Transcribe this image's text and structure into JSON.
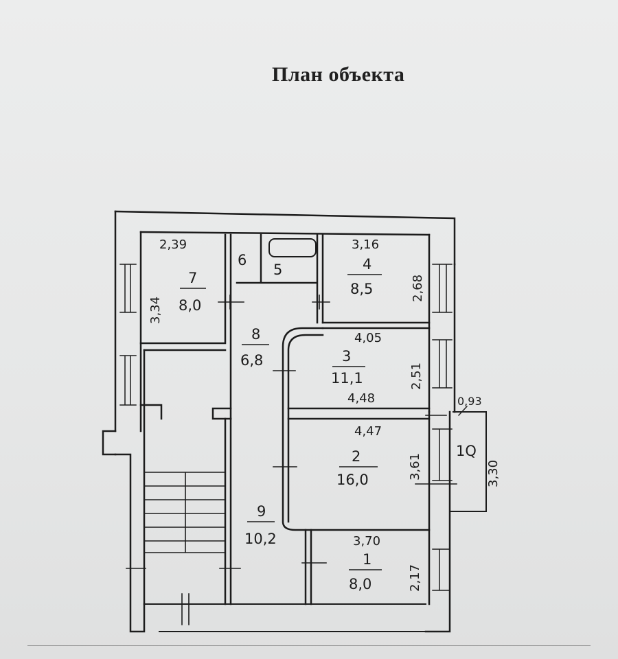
{
  "title": "План объекта",
  "rooms": [
    {
      "number": "7",
      "area": "8,0",
      "dims": [
        "2,39",
        "3,34"
      ]
    },
    {
      "number": "6",
      "area": ""
    },
    {
      "number": "5",
      "area": ""
    },
    {
      "number": "4",
      "area": "8,5",
      "dims": [
        "3,16",
        "2,68"
      ]
    },
    {
      "number": "8",
      "area": "6,8"
    },
    {
      "number": "3",
      "area": "11,1",
      "dims": [
        "4,05",
        "2,51",
        "4,48"
      ]
    },
    {
      "number": "2",
      "area": "16,0",
      "dims": [
        "4,47",
        "3,61"
      ]
    },
    {
      "number": "9",
      "area": "10,2"
    },
    {
      "number": "1",
      "area": "8,0",
      "dims": [
        "3,70",
        "2,17"
      ]
    },
    {
      "number": "1Q",
      "area": "",
      "dims": [
        "0,93",
        "3,30"
      ]
    }
  ],
  "colors": {
    "ink": "#1c1c1c",
    "paper": "#e9eaea"
  }
}
